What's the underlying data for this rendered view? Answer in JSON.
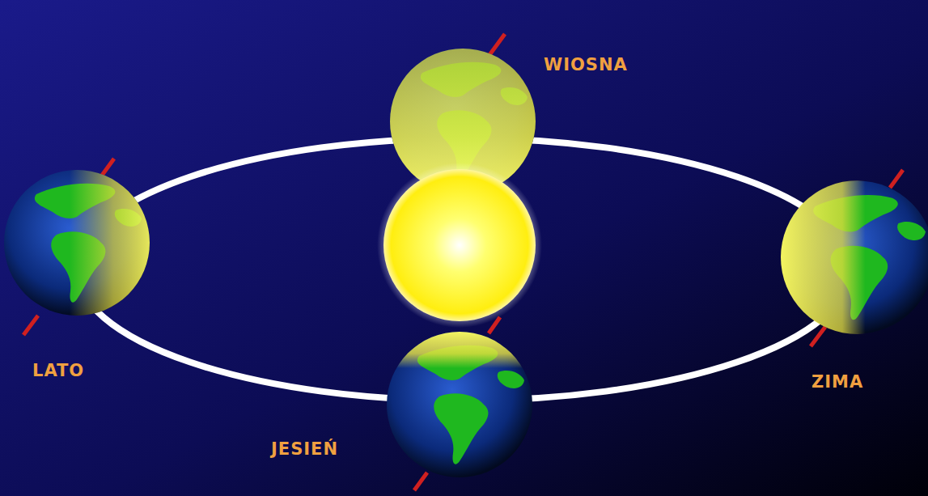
{
  "diagram": {
    "labels": [
      "WIOSNA",
      "LATO",
      "ZIMA",
      "JESIEŃ"
    ]
  }
}
